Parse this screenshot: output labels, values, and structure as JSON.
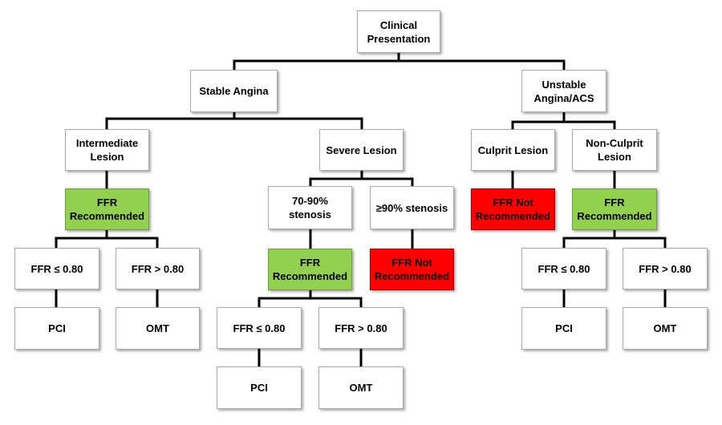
{
  "nodes": {
    "clinical": "Clinical\nPresentation",
    "stable": "Stable Angina",
    "unstable": "Unstable\nAngina/ACS",
    "intermediate": "Intermediate\nLesion",
    "severe": "Severe Lesion",
    "culprit": "Culprit Lesion",
    "nonculprit": "Non-Culprit\nLesion",
    "ffr_rec_1": "FFR\nRecommended",
    "sten_70_90": "70-90%\nstenosis",
    "sten_90": "≥90% stenosis",
    "ffr_notrec_culprit": "FFR Not\nRecommended",
    "ffr_rec_nonculprit": "FFR\nRecommended",
    "ffr_le_1": "FFR ≤ 0.80",
    "ffr_gt_1": "FFR > 0.80",
    "ffr_rec_2": "FFR\nRecommended",
    "ffr_notrec_90": "FFR Not\nRecommended",
    "ffr_le_3": "FFR ≤ 0.80",
    "ffr_gt_3": "FFR > 0.80",
    "pci_1": "PCI",
    "omt_1": "OMT",
    "ffr_le_2": "FFR ≤ 0.80",
    "ffr_gt_2": "FFR > 0.80",
    "pci_3": "PCI",
    "omt_3": "OMT",
    "pci_2": "PCI",
    "omt_2": "OMT"
  },
  "colors": {
    "recommended": "#92d050",
    "not_recommended": "#ff0000",
    "connector": "#000000"
  }
}
